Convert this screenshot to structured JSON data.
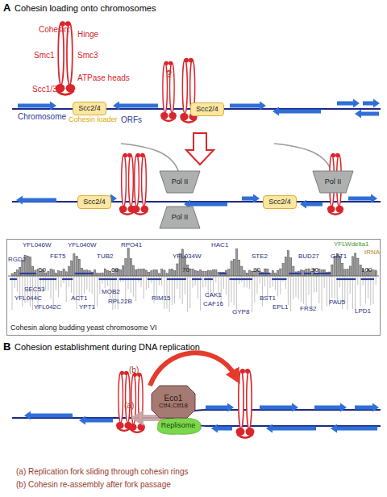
{
  "diagram": {
    "nodes": [
      {
        "text": [
          "Scc2/4",
          "Cohesin loader"
        ]
      },
      {
        "text": [
          "Scc2/4"
        ]
      },
      {
        "text": [
          "Scc2/4"
        ]
      },
      {
        "text": [
          "Pol II"
        ]
      },
      {
        "text": [
          "Pol II"
        ]
      },
      {
        "text": [
          "Scc2/4"
        ]
      },
      {
        "text": [
          "Pol II"
        ]
      },
      {
        "text": [
          "Cohesin along budding yeast chromosome VI"
        ]
      },
      {
        "text": [
          "Eco1",
          "Ctf4,Ctf18"
        ]
      },
      {
        "text": [
          "Replisome"
        ]
      }
    ],
    "labels": [
      "A",
      "Cohesin loading onto chromosomes",
      "Cohesin:",
      "Hinge",
      "Smc1",
      "Smc3",
      "ATPase heads",
      "Scc1/3",
      "?",
      "Chromosome",
      "ORFs",
      "YFL046W",
      "YFL040W",
      "RPO41",
      "HAC1",
      "YFLWdelta1",
      "RGD2",
      "FET5",
      "TUB2",
      "YFL034W",
      "STE2",
      "BUD27",
      "GAT1",
      "tRNA",
      "50",
      "60",
      "70",
      "80",
      "90",
      "100",
      "SEC53",
      "YFL044C",
      "YFL042C",
      "ACT1",
      "YPT1",
      "MOB2",
      "RPL22B",
      "RIM15",
      "CAK1",
      "CAF16",
      "GYP8",
      "BST1",
      "EPL1",
      "FRS2",
      "PAU5",
      "LPD1",
      "B",
      "Cohesion establishment during DNA replication",
      "(b)",
      "(a)",
      "(a) Replication fork sliding through cohesin rings",
      "(b) Cohesin re-assembly after fork passage"
    ]
  }
}
